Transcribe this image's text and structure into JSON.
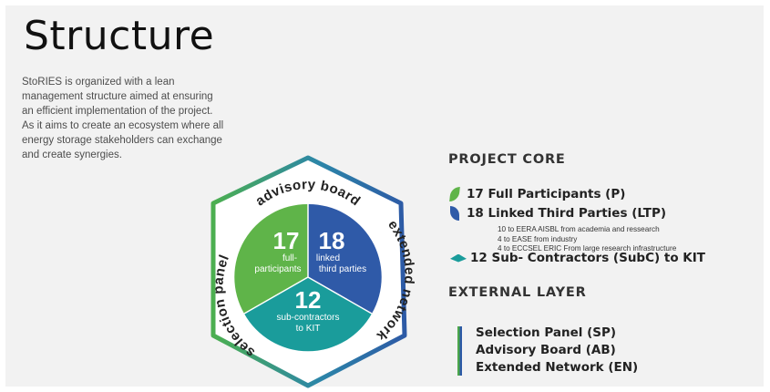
{
  "page": {
    "title": "Structure",
    "intro_lines": [
      "StoRIES is organized with a lean",
      "management structure aimed at ensuring",
      "an efficient implementation of the project.",
      "As it aims to create an ecosystem where all",
      "energy storage stakeholders can exchange",
      "and create synergies."
    ]
  },
  "diagram": {
    "ring_labels": {
      "top": "advisory board",
      "right": "extended network",
      "left": "selection panel"
    },
    "segments": {
      "participants": {
        "number": "17",
        "label_lines": [
          "full-",
          "participants"
        ]
      },
      "linked": {
        "number": "18",
        "label_lines": [
          "linked",
          "third parties"
        ]
      },
      "subcontractors": {
        "number": "12",
        "label_lines": [
          "sub-contractors",
          "to KIT"
        ]
      }
    }
  },
  "project_core": {
    "heading": "PROJECT CORE",
    "items": [
      {
        "icon": "green-leaf-icon",
        "label": "17 Full Participants (P)"
      },
      {
        "icon": "blue-leaf-icon",
        "label": "18 Linked Third Parties (LTP)"
      },
      {
        "icon": "teal-diamond-icon",
        "label": "12 Sub- Contractors (SubC) to KIT"
      }
    ],
    "ltp_notes": [
      "10 to EERA AISBL from academia and ressearch",
      "4 to EASE from industry",
      "4 to ECCSEL ERIC From large research infrastructure"
    ]
  },
  "external_layer": {
    "heading": "EXTERNAL LAYER",
    "items": [
      "Selection Panel (SP)",
      "Advisory Board (AB)",
      "Extended Network (EN)"
    ]
  },
  "colors": {
    "green": "#5fb449",
    "blue": "#2f5aa8",
    "teal": "#1a9c9b",
    "panel": "#f2f2f2"
  }
}
